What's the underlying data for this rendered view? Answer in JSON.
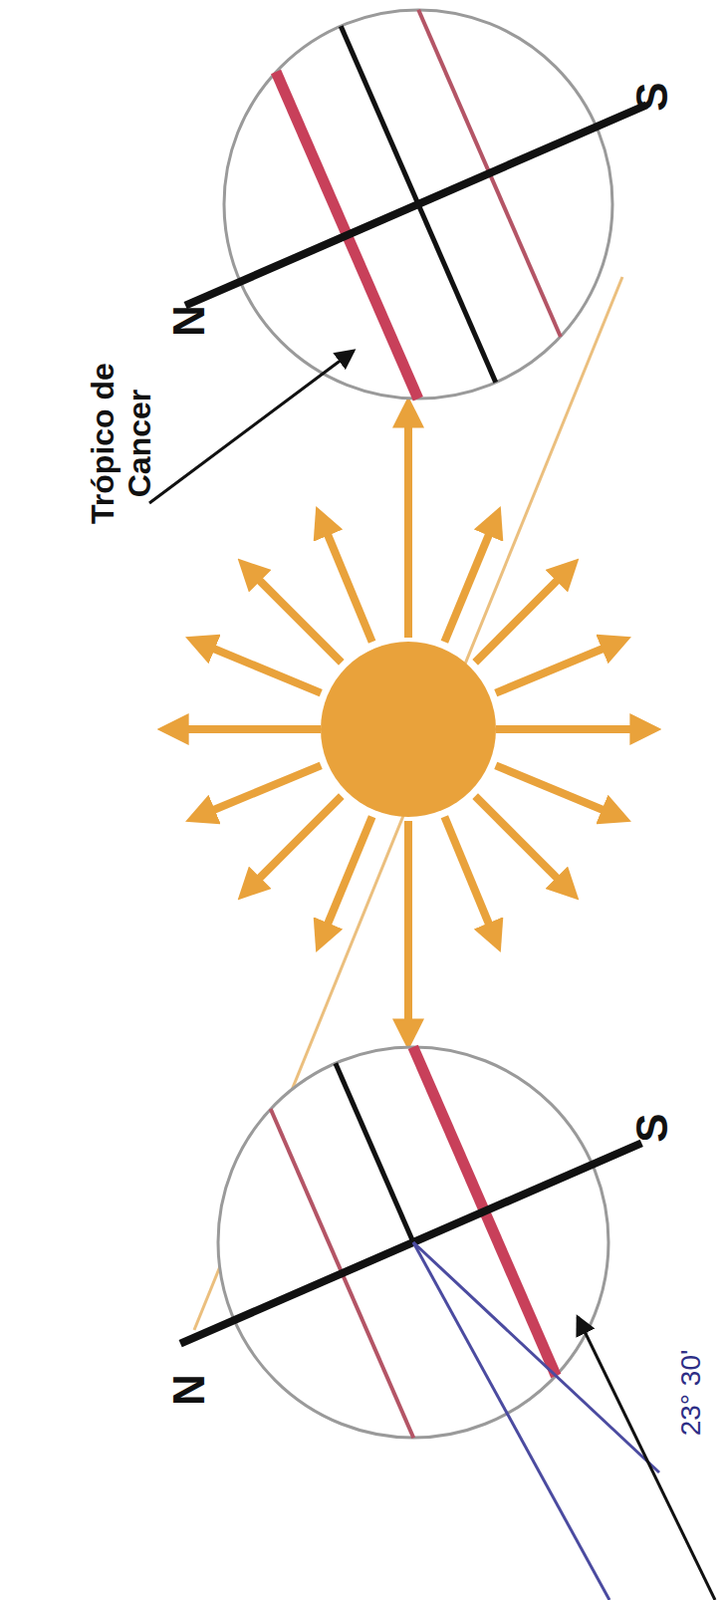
{
  "diagram": {
    "labels": [
      "N",
      "S",
      "Trópico de Cancer",
      "N",
      "S",
      "23° 30'"
    ]
  }
}
